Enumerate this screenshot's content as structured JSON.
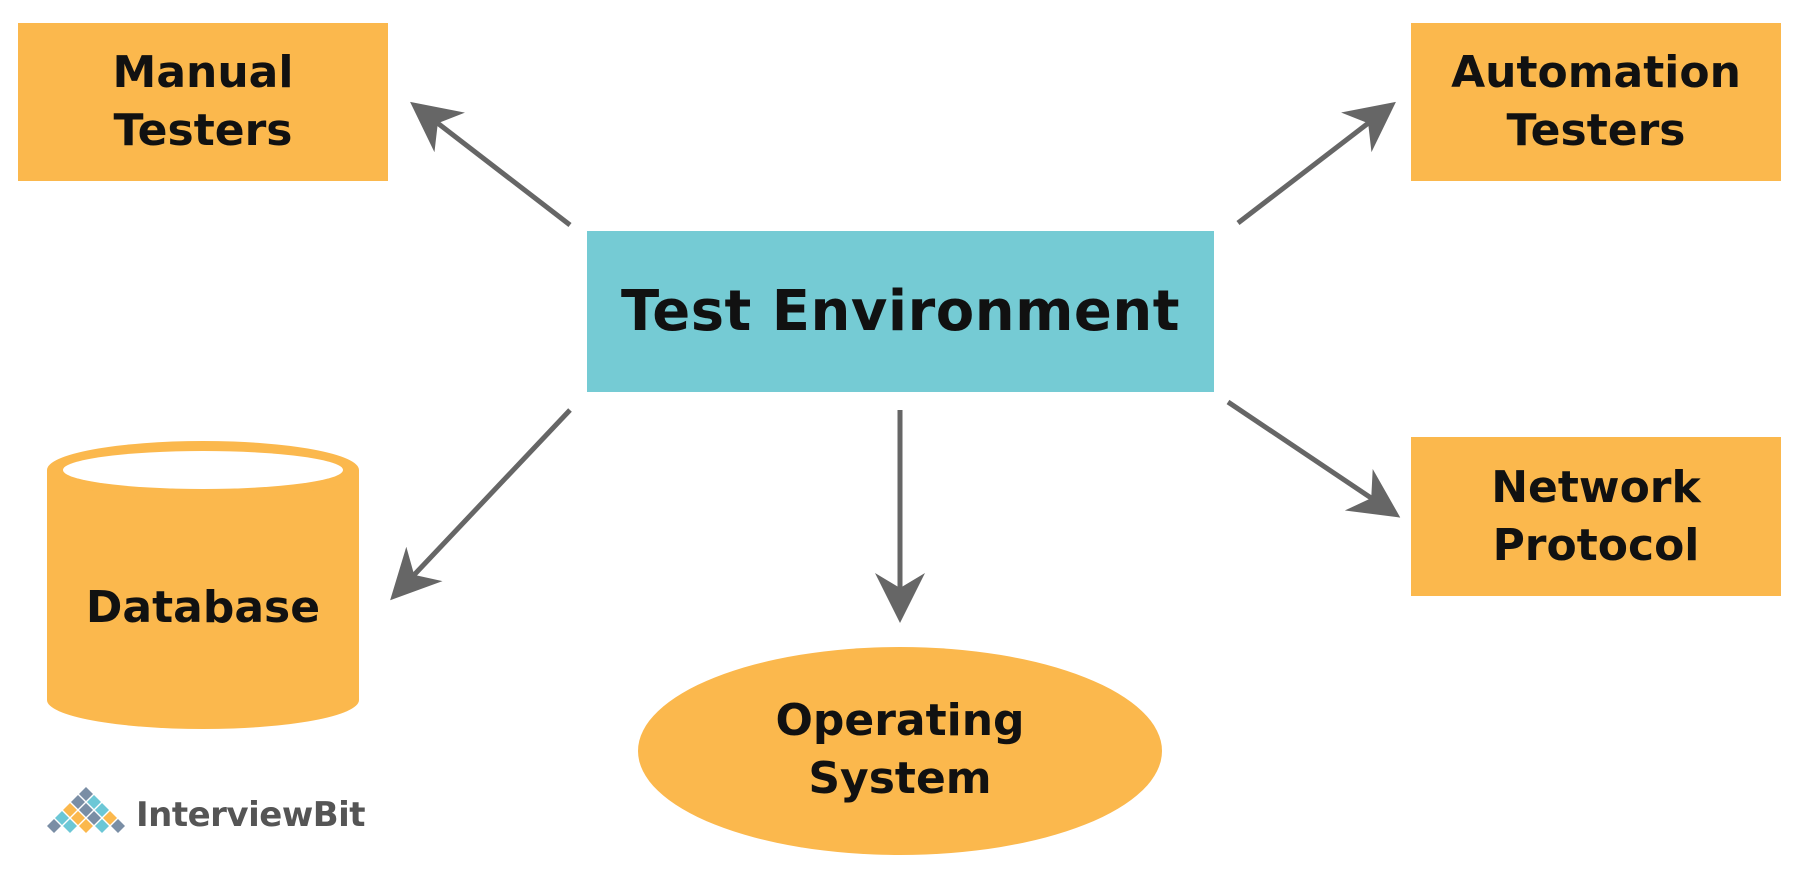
{
  "nodes": {
    "center": {
      "label": "Test Environment"
    },
    "manual_testers": {
      "label": "Manual\nTesters"
    },
    "automation_testers": {
      "label": "Automation\nTesters"
    },
    "network_protocol": {
      "label": "Network\nProtocol"
    },
    "database": {
      "label": "Database"
    },
    "operating_system": {
      "label": "Operating\nSystem"
    }
  },
  "logo": {
    "text": "InterviewBit"
  },
  "colors": {
    "node_fill": "#fbb84d",
    "center_fill": "#75cbd4",
    "arrow": "#666666",
    "text": "#111111"
  }
}
